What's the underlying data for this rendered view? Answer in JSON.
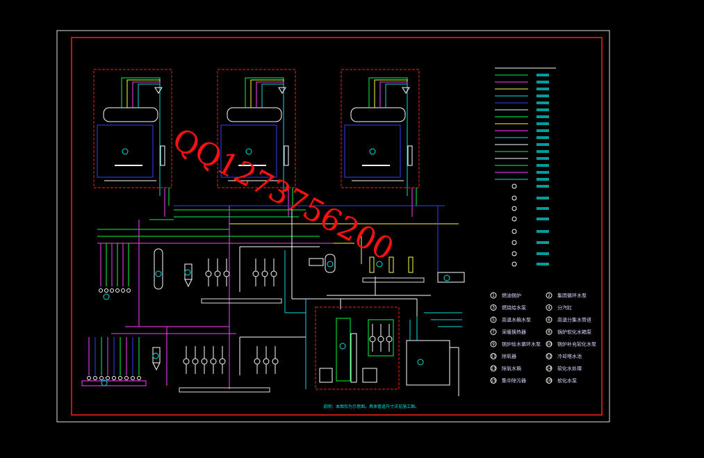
{
  "watermark": {
    "text": "QQ1273756200",
    "color": "#ff1010"
  },
  "colors": {
    "frame": "#e0e0e0",
    "border_red": "#ff2020",
    "green": "#00ff40",
    "magenta": "#ff40ff",
    "cyan": "#00e0e0",
    "yellow": "#ffff40",
    "blue": "#3040ff",
    "white": "#ffffff"
  },
  "boilers": [
    {
      "id": "1"
    },
    {
      "id": "2"
    },
    {
      "id": "3"
    }
  ],
  "equipment_legend": [
    {
      "num": "1",
      "label": "燃油锅炉"
    },
    {
      "num": "2",
      "label": "集团循环水泵"
    },
    {
      "num": "3",
      "label": "燃烧给水泵"
    },
    {
      "num": "4",
      "label": "分汽缸"
    },
    {
      "num": "5",
      "label": "高温水箱水泵"
    },
    {
      "num": "6",
      "label": "高温分集水管道"
    },
    {
      "num": "7",
      "label": "采暖换热器"
    },
    {
      "num": "8",
      "label": "锅炉软化水箱泵"
    },
    {
      "num": "9",
      "label": "锅炉给水循环水泵"
    },
    {
      "num": "10",
      "label": "锅炉补充软化水泵"
    },
    {
      "num": "11",
      "label": "除氧器"
    },
    {
      "num": "12",
      "label": "冷却塔水池"
    },
    {
      "num": "13",
      "label": "除氧水箱"
    },
    {
      "num": "14",
      "label": "软化水处理"
    },
    {
      "num": "15",
      "label": "集中除污器"
    },
    {
      "num": "16",
      "label": "软化水泵"
    }
  ],
  "footnote": "说明：本图仅为示意图，具体管道尺寸详见施工图。"
}
